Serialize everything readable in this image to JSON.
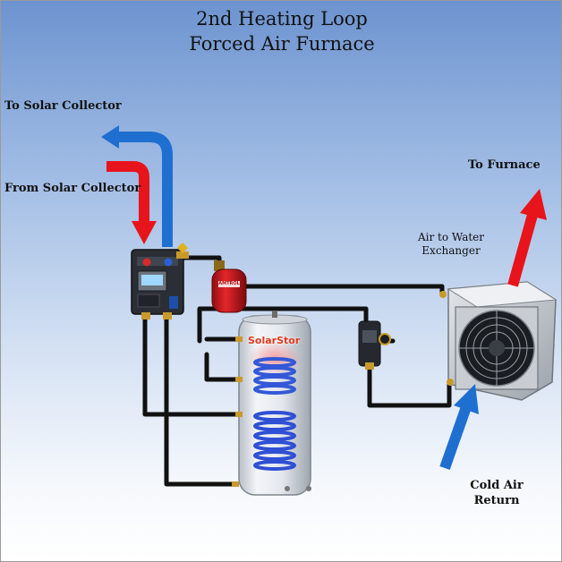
{
  "title": {
    "line1": "2nd Heating Loop",
    "line2": "Forced Air Furnace"
  },
  "labels": {
    "to_solar_collector": "To Solar Collector",
    "from_solar_collector": "From Solar Collector",
    "to_furnace": "To Furnace",
    "exchanger_line1": "Air to Water",
    "exchanger_line2": "Exchanger",
    "cold_air_line1": "Cold Air",
    "cold_air_line2": "Return"
  },
  "components": {
    "tank_brand": "SolarStor",
    "expansion_tank_brand": "AMTROL"
  },
  "colors": {
    "hot_arrow": "#e8141b",
    "cold_arrow": "#1f6fd0",
    "pipe": "#111111",
    "background_top": "#6d93cf",
    "background_bottom": "#ffffff"
  }
}
